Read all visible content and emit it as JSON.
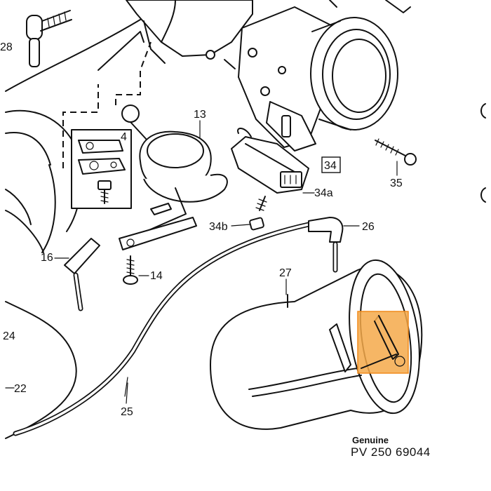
{
  "labels": {
    "l28": "28",
    "l13": "13",
    "l4": "4",
    "l34": "34",
    "l35": "35",
    "l34a": "34a",
    "l34b": "34b",
    "l26": "26",
    "l16": "16",
    "l14": "14",
    "l27": "27",
    "l24": "24",
    "l22": "22",
    "l25": "25"
  },
  "footer": {
    "genuine": "Genuine",
    "part_number": "PV 250 69044"
  },
  "colors": {
    "highlight_fill": "#f5a94a",
    "highlight_stroke": "#f08a1c",
    "ink": "#111111"
  }
}
